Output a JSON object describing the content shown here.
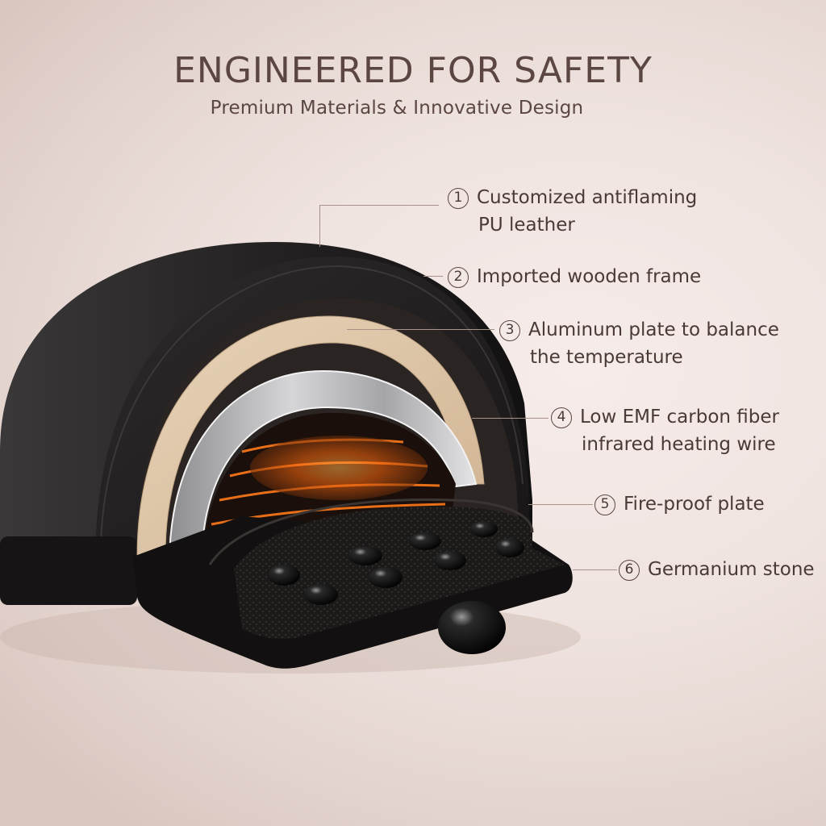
{
  "header": {
    "title": "ENGINEERED FOR SAFETY",
    "subtitle": "Premium Materials & Innovative Design"
  },
  "callouts": [
    {
      "number": "1",
      "line1": "Customized antiflaming",
      "line2": "PU leather"
    },
    {
      "number": "2",
      "line1": "Imported wooden frame",
      "line2": ""
    },
    {
      "number": "3",
      "line1": "Aluminum plate to balance",
      "line2": "the temperature"
    },
    {
      "number": "4",
      "line1": "Low EMF carbon fiber",
      "line2": "infrared heating wire"
    },
    {
      "number": "5",
      "line1": "Fire-proof plate",
      "line2": ""
    },
    {
      "number": "6",
      "line1": "Germanium stone",
      "line2": ""
    }
  ],
  "colors": {
    "background": "#efe3df",
    "text": "#4a3a36",
    "shell": "#1e1c1c",
    "wood": "#dcc3a6",
    "aluminum": "#b9b9bb",
    "heat_glow": "#ff7a1a",
    "leader_line": "#a9928a"
  }
}
